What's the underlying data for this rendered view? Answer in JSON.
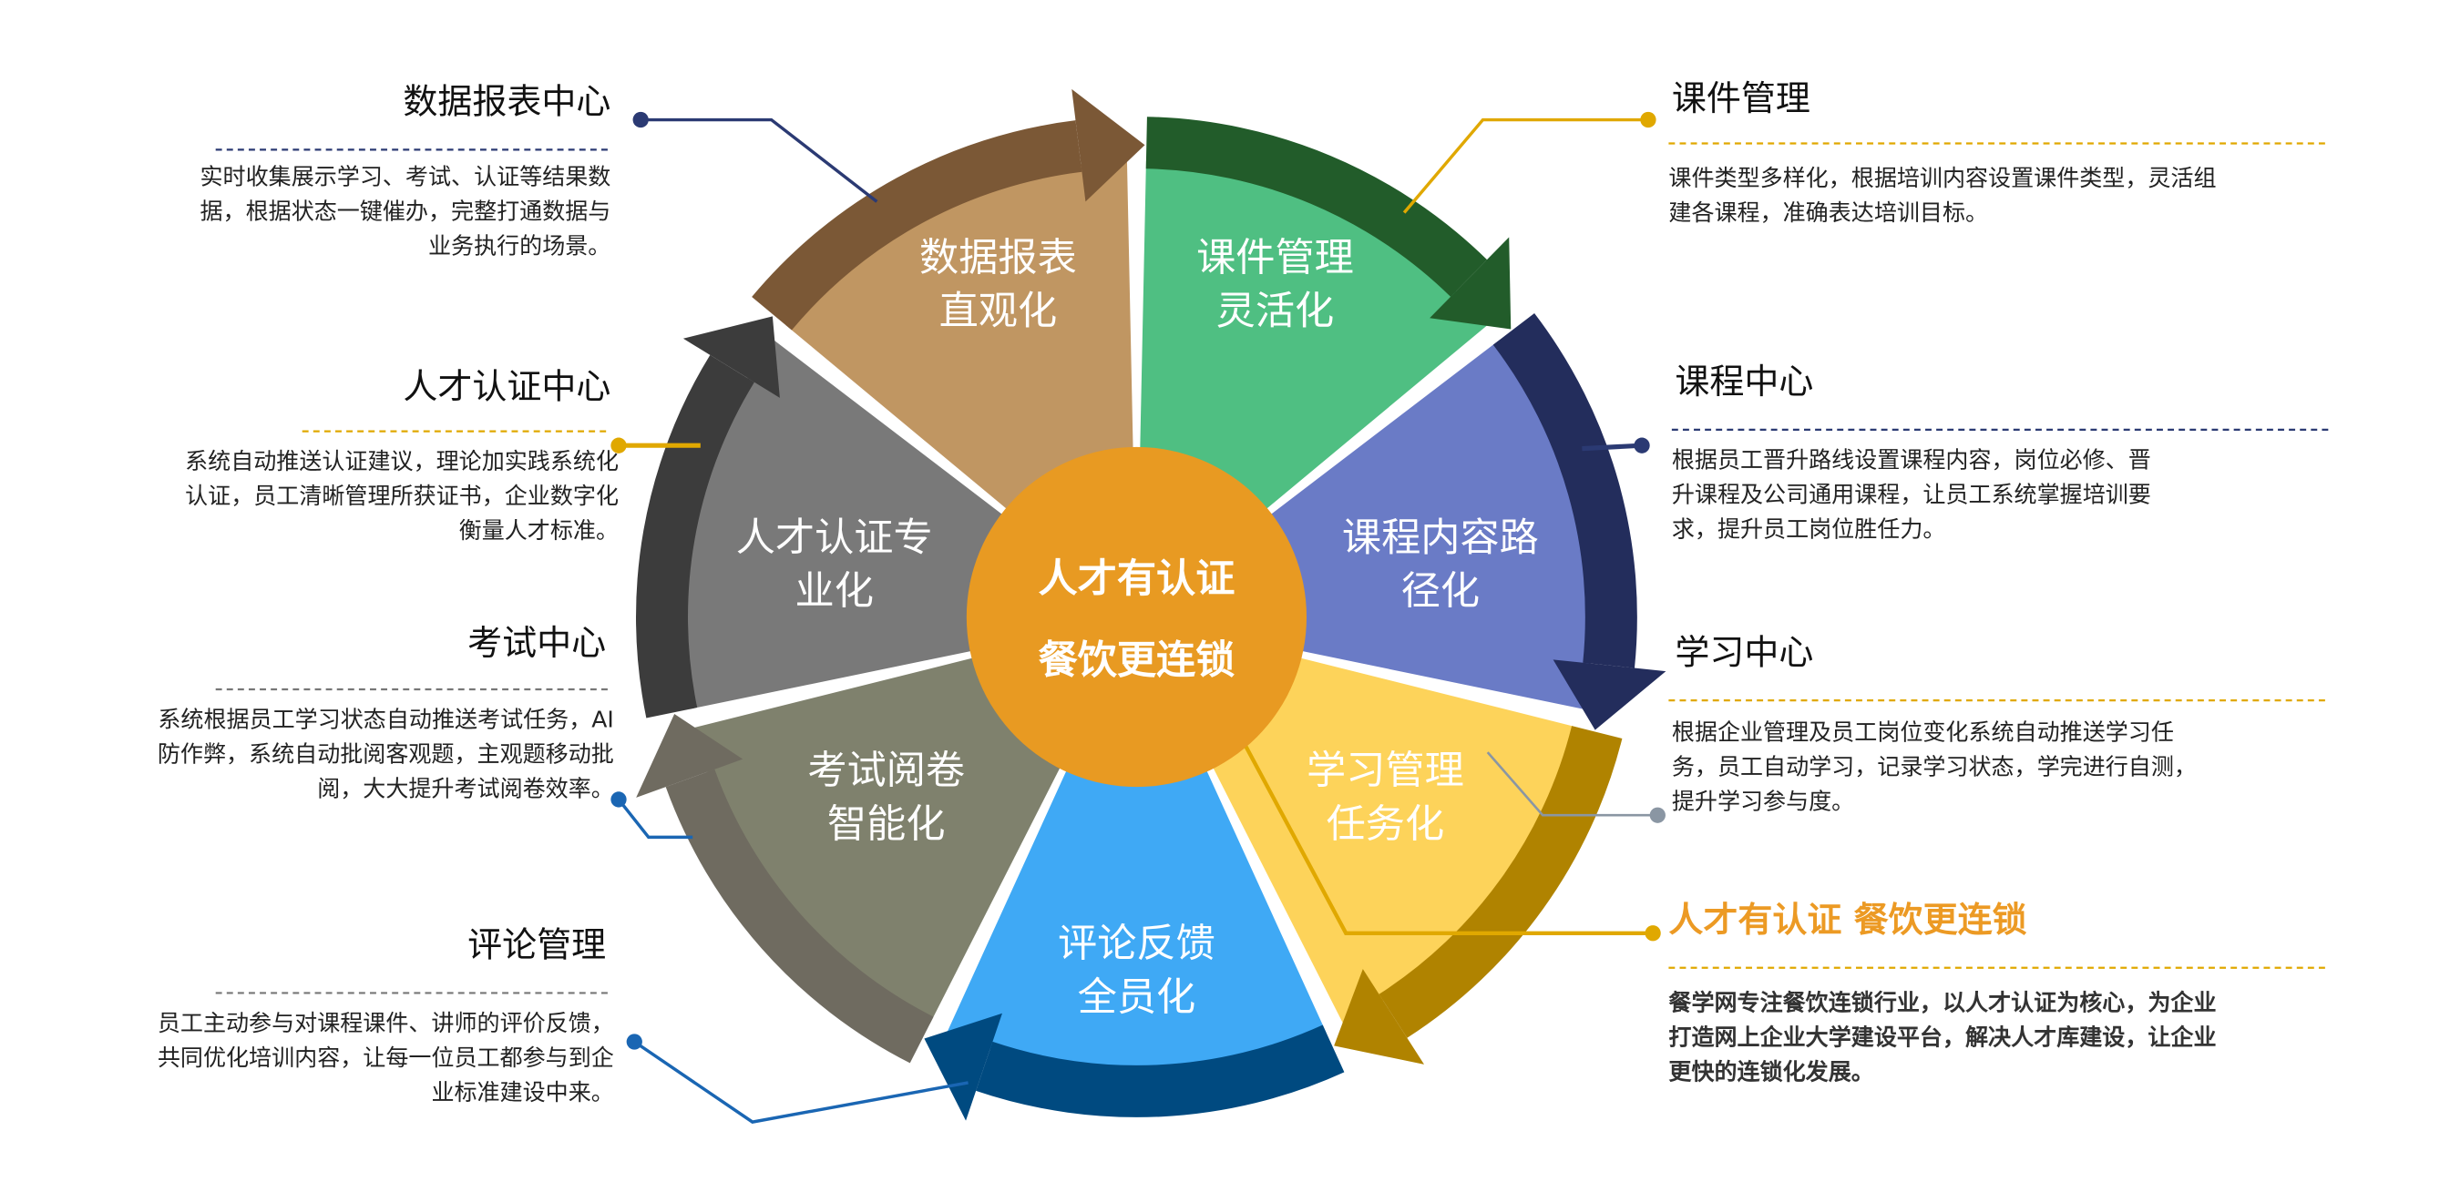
{
  "center": {
    "line1": "人才有认证",
    "line2": "餐饮更连锁",
    "color": "#e89a22"
  },
  "segments": [
    {
      "lines": [
        "课件管理",
        "灵活化"
      ],
      "color": "#4fbf82",
      "dark": "#225c2a"
    },
    {
      "lines": [
        "课程内容路",
        "径化"
      ],
      "color": "#6a7bc6",
      "dark": "#232d5c"
    },
    {
      "lines": [
        "学习管理",
        "任务化"
      ],
      "color": "#fdd35a",
      "dark": "#b08300"
    },
    {
      "lines": [
        "评论反馈",
        "全员化"
      ],
      "color": "#3fa9f5",
      "dark": "#004a80"
    },
    {
      "lines": [
        "考试阅卷",
        "智能化"
      ],
      "color": "#7f816d",
      "dark": "#6f6b60"
    },
    {
      "lines": [
        "人才认证专",
        "业化"
      ],
      "color": "#797979",
      "dark": "#3c3c3c"
    },
    {
      "lines": [
        "数据报表",
        "直观化"
      ],
      "color": "#c09662",
      "dark": "#7b5836"
    }
  ],
  "left": [
    {
      "title": "数据报表中心",
      "accent": "#2b3a73",
      "desc": [
        "实时收集展示学习、考试、认证等结果数",
        "据，根据状态一键催办，完整打通数据与",
        "业务执行的场景。"
      ]
    },
    {
      "title": "人才认证中心",
      "accent": "#e0a800",
      "desc": [
        "系统自动推送认证建议，理论加实践系统化",
        "认证，员工清晰管理所获证书，企业数字化",
        "衡量人才标准。"
      ]
    },
    {
      "title": "考试中心",
      "accent": "#1a66b3",
      "desc": [
        "系统根据员工学习状态自动推送考试任务，AI",
        "防作弊，系统自动批阅客观题，主观题移动批",
        "阅，大大提升考试阅卷效率。"
      ]
    },
    {
      "title": "评论管理",
      "accent": "#1a66b3",
      "desc": [
        "员工主动参与对课程课件、讲师的评价反馈，",
        "共同优化培训内容，让每一位员工都参与到企",
        "业标准建设中来。"
      ]
    }
  ],
  "right": [
    {
      "title": "课件管理",
      "accent": "#e0a800",
      "desc": [
        "课件类型多样化，根据培训内容设置课件类型，灵活组",
        "建各课程，准确表达培训目标。"
      ]
    },
    {
      "title": "课程中心",
      "accent": "#2b3a73",
      "desc": [
        "根据员工晋升路线设置课程内容，岗位必修、晋",
        "升课程及公司通用课程，让员工系统掌握培训要",
        "求，提升员工岗位胜任力。"
      ]
    },
    {
      "title": "学习中心",
      "accent": "#e0a800",
      "desc": [
        "根据企业管理及员工岗位变化系统自动推送学习任",
        "务，员工自动学习，记录学习状态，学完进行自测，",
        "提升学习参与度。"
      ]
    },
    {
      "title": "人才有认证 餐饮更连锁",
      "accent": "#e0a800",
      "desc": [
        "餐学网专注餐饮连锁行业，以人才认证为核心，为企业",
        "打造网上企业大学建设平台，解决人才库建设，让企业",
        "更快的连锁化发展。"
      ]
    }
  ]
}
